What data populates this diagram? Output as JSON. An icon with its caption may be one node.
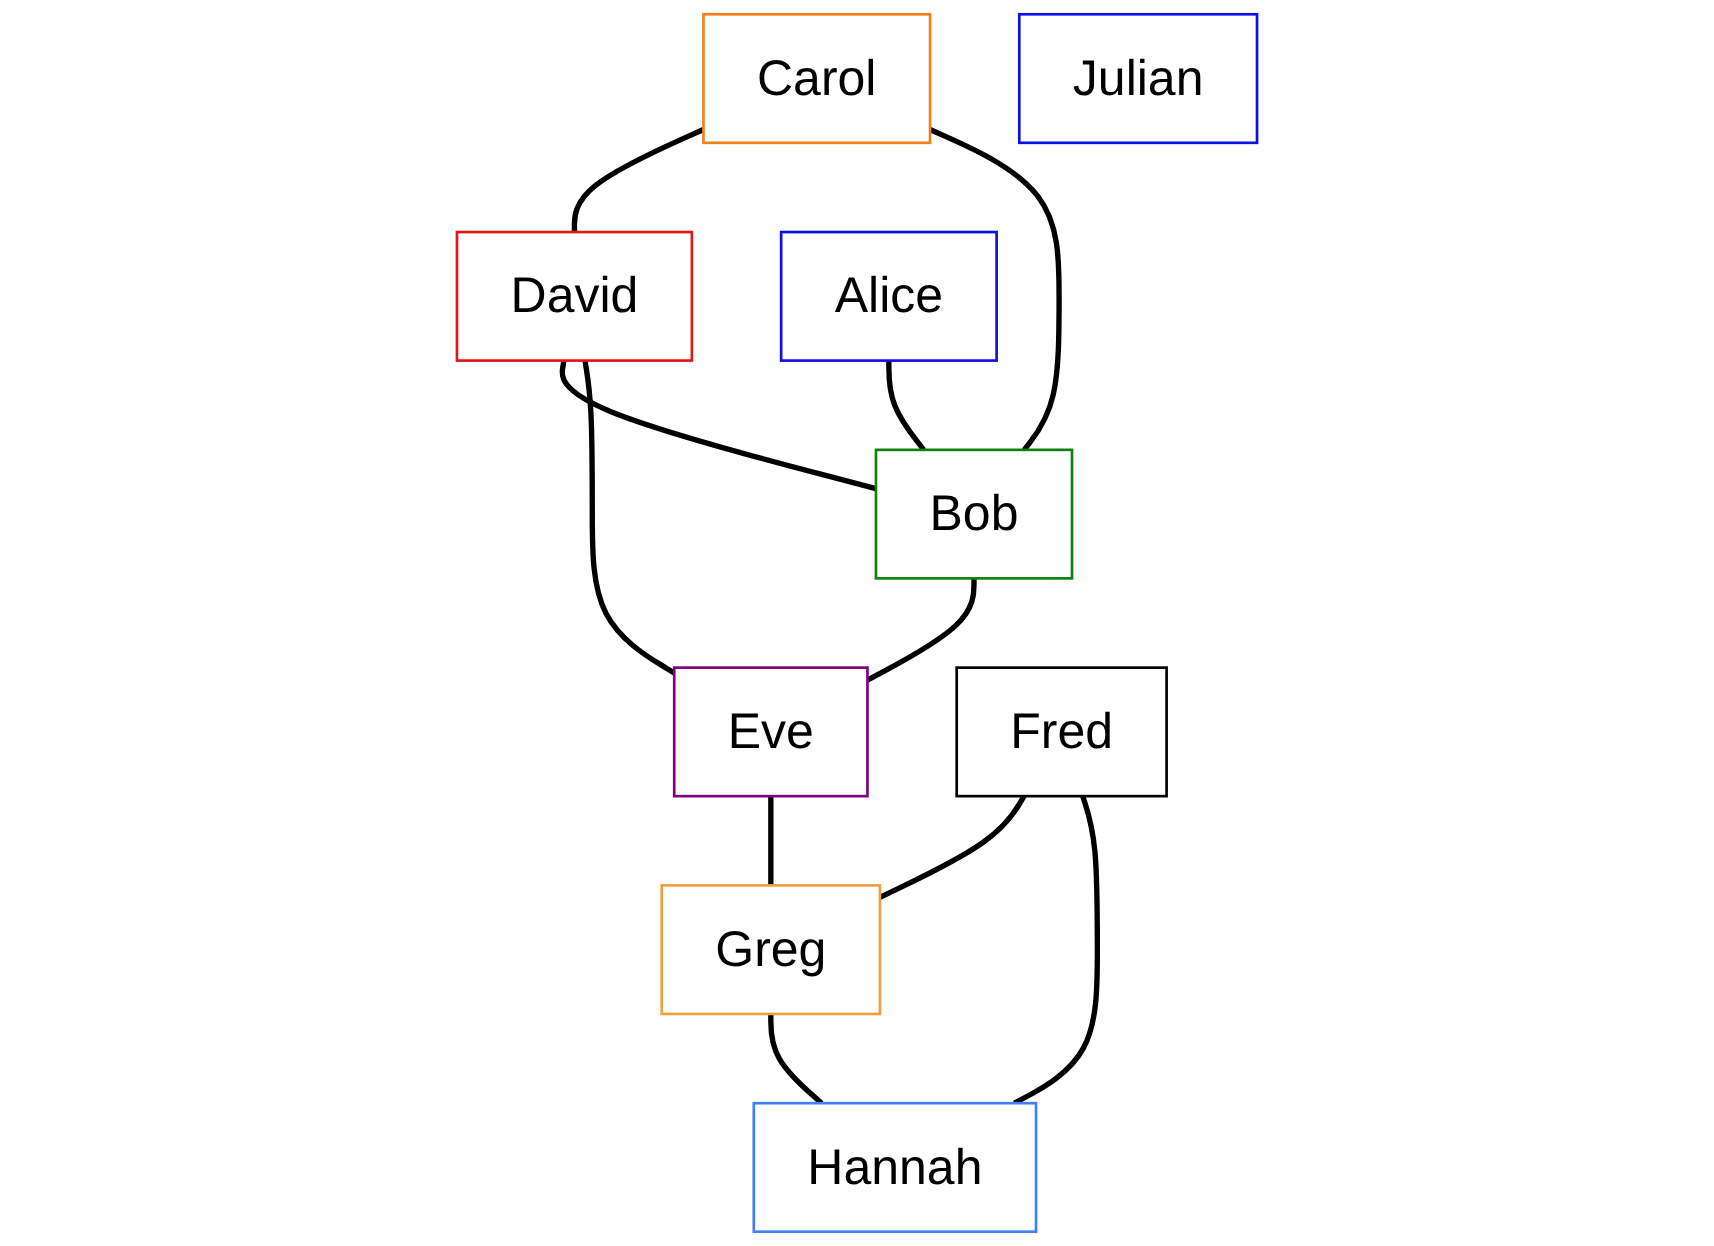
{
  "diagram": {
    "nodes": [
      {
        "text": [
          "Carol"
        ]
      },
      {
        "text": [
          "David"
        ]
      },
      {
        "text": [
          "Alice"
        ]
      },
      {
        "text": [
          "Bob"
        ]
      },
      {
        "text": [
          "Eve"
        ]
      },
      {
        "text": [
          "Fred"
        ]
      },
      {
        "text": [
          "Greg"
        ]
      },
      {
        "text": [
          "Julian"
        ]
      },
      {
        "text": [
          "Hannah"
        ]
      }
    ],
    "edges": [
      {
        "from": 0,
        "to": 1,
        "arrow": "none"
      },
      {
        "from": 0,
        "to": 3,
        "arrow": "none"
      },
      {
        "from": 1,
        "to": 3,
        "arrow": "none"
      },
      {
        "from": 1,
        "to": 4,
        "arrow": "none"
      },
      {
        "from": 2,
        "to": 3,
        "arrow": "none"
      },
      {
        "from": 3,
        "to": 4,
        "arrow": "none"
      },
      {
        "from": 4,
        "to": 6,
        "arrow": "none"
      },
      {
        "from": 5,
        "to": 6,
        "arrow": "none"
      },
      {
        "from": 5,
        "to": 8,
        "arrow": "none"
      },
      {
        "from": 6,
        "to": 8,
        "arrow": "none"
      }
    ]
  }
}
